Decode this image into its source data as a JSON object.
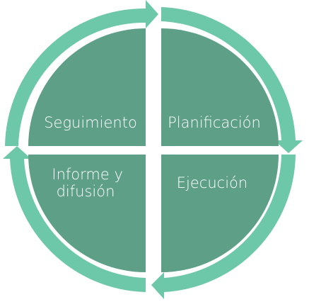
{
  "colors": {
    "quadrant_fill": "#5e9f88",
    "arrow_ring": "#6cc8a8",
    "label_text": "#ffffff",
    "background": "#ffffff"
  },
  "quadrants": {
    "top_left": {
      "label_lines": [
        "Seguimiento"
      ]
    },
    "top_right": {
      "label_lines": [
        "Planificación"
      ]
    },
    "bottom_right": {
      "label_lines": [
        "Ejecución"
      ]
    },
    "bottom_left": {
      "label_lines": [
        "Informe y",
        "difusión"
      ]
    }
  }
}
